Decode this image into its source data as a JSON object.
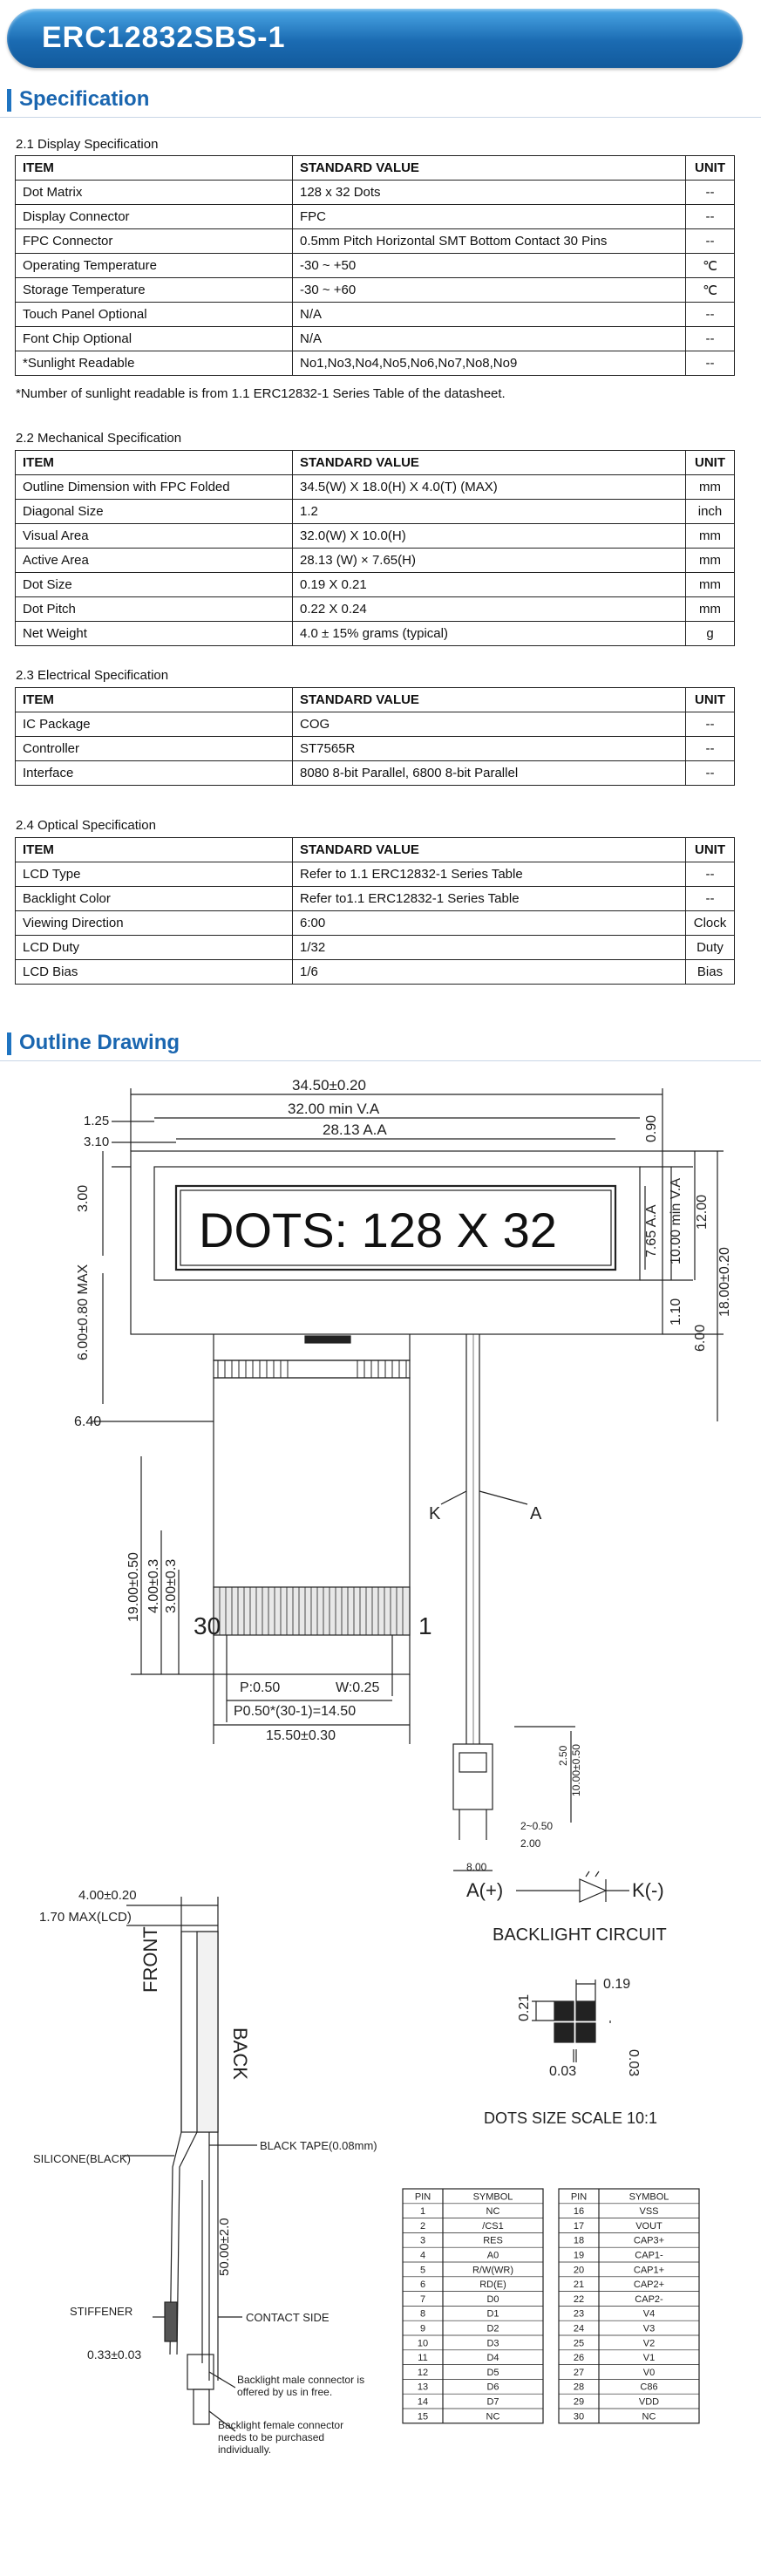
{
  "title": "ERC12832SBS-1",
  "sections": {
    "specification": "Specification",
    "outline": "Outline Drawing"
  },
  "tables": {
    "display": {
      "caption": "2.1 Display Specification",
      "headers": [
        "ITEM",
        "STANDARD VALUE",
        "UNIT"
      ],
      "rows": [
        [
          "Dot Matrix",
          "128 x 32 Dots",
          "--"
        ],
        [
          "Display Connector",
          "FPC",
          "--"
        ],
        [
          "FPC Connector",
          "0.5mm Pitch Horizontal SMT Bottom Contact 30 Pins",
          "--"
        ],
        [
          "Operating Temperature",
          "-30 ~ +50",
          "℃"
        ],
        [
          "Storage Temperature",
          "-30 ~ +60",
          "℃"
        ],
        [
          "Touch Panel Optional",
          "N/A",
          "--"
        ],
        [
          "Font Chip Optional",
          "N/A",
          "--"
        ],
        [
          "*Sunlight Readable",
          "No1,No3,No4,No5,No6,No7,No8,No9",
          "--"
        ]
      ],
      "note": "*Number of sunlight readable is from 1.1 ERC12832-1 Series Table of the datasheet."
    },
    "mechanical": {
      "caption": "2.2 Mechanical Specification",
      "headers": [
        "ITEM",
        "STANDARD VALUE",
        "UNIT"
      ],
      "rows": [
        [
          "Outline Dimension with FPC Folded",
          "34.5(W) X 18.0(H) X 4.0(T) (MAX)",
          "mm"
        ],
        [
          "Diagonal Size",
          "1.2",
          "inch"
        ],
        [
          "Visual Area",
          "32.0(W) X 10.0(H)",
          "mm"
        ],
        [
          "Active Area",
          "28.13 (W) × 7.65(H)",
          "mm"
        ],
        [
          "Dot Size",
          "0.19 X 0.21",
          "mm"
        ],
        [
          "Dot Pitch",
          "0.22 X 0.24",
          "mm"
        ],
        [
          "Net Weight",
          "4.0 ± 15% grams (typical)",
          "g"
        ]
      ]
    },
    "electrical": {
      "caption": "2.3 Electrical Specification",
      "headers": [
        "ITEM",
        "STANDARD VALUE",
        "UNIT"
      ],
      "rows": [
        [
          "IC Package",
          "COG",
          "--"
        ],
        [
          "Controller",
          "ST7565R",
          "--"
        ],
        [
          "Interface",
          "8080 8-bit Parallel, 6800 8-bit Parallel",
          "--"
        ]
      ]
    },
    "optical": {
      "caption": "2.4 Optical Specification",
      "headers": [
        "ITEM",
        "STANDARD VALUE",
        "UNIT"
      ],
      "rows": [
        [
          "LCD Type",
          "Refer to 1.1 ERC12832-1 Series Table",
          "--"
        ],
        [
          "Backlight Color",
          "Refer to1.1 ERC12832-1 Series Table",
          "--"
        ],
        [
          "Viewing Direction",
          "6:00",
          "Clock"
        ],
        [
          "LCD Duty",
          "1/32",
          "Duty"
        ],
        [
          "LCD Bias",
          "1/6",
          "Bias"
        ]
      ]
    }
  },
  "drawing": {
    "display_text": "DOTS: 128 X 32",
    "dims": {
      "overall_w": "34.50±0.20",
      "va_w": "32.00 min V.A",
      "aa_w": "28.13 A.A",
      "left_125": "1.25",
      "left_310": "3.10",
      "right_090": "0.90",
      "va_h": "10.00 min V.A",
      "aa_h": "7.65 A.A",
      "h_12": "12.00",
      "h_18": "18.00±0.20",
      "r_110": "1.10",
      "r_600": "6.00",
      "l_300": "3.00",
      "l_600": "6.00±0.80 MAX",
      "l_640": "6.40",
      "fpc_19": "19.00±0.50",
      "fpc_400": "4.00±0.3",
      "fpc_300": "3.00±0.3",
      "pin_30": "30",
      "pin_1": "1",
      "p050": "P:0.50",
      "w025": "W:0.25",
      "pitch_total": "P0.50*(30-1)=14.50",
      "fpc_w": "15.50±0.30",
      "k": "K",
      "a": "A",
      "wire_10": "10.00±0.50",
      "d_250": "2.50",
      "d_2050": "2~0.50",
      "d_200": "2.00",
      "d_800": "8.00",
      "side_400": "4.00±0.20",
      "side_170": "1.70  MAX(LCD)",
      "front": "FRONT",
      "back": "BACK",
      "silicone": "SILICONE(BLACK)",
      "black_tape": "BLACK TAPE(0.08mm)",
      "fpc_50": "50.00±2.0",
      "stiffener": "STIFFENER",
      "contact_side": "CONTACT SIDE",
      "t_033": "0.33±0.03",
      "bl_male": "Backlight male connector is offered by us in free.",
      "bl_female": "Backlight female connector needs to be purchased individually."
    },
    "backlight": {
      "a_label": "A(+)",
      "k_label": "K(-)",
      "caption": "BACKLIGHT  CIRCUIT"
    },
    "dot_scale": {
      "d019": "0.19",
      "d021": "0.21",
      "d003a": "0.03",
      "d003b": "0.03",
      "caption": "DOTS  SIZE  SCALE     10:1"
    },
    "pin_table": {
      "headers": [
        "PIN",
        "SYMBOL",
        "PIN",
        "SYMBOL"
      ],
      "rows": [
        [
          "1",
          "NC",
          "16",
          "VSS"
        ],
        [
          "2",
          "/CS1",
          "17",
          "VOUT"
        ],
        [
          "3",
          "RES",
          "18",
          "CAP3+"
        ],
        [
          "4",
          "A0",
          "19",
          "CAP1-"
        ],
        [
          "5",
          "R/W(WR)",
          "20",
          "CAP1+"
        ],
        [
          "6",
          "RD(E)",
          "21",
          "CAP2+"
        ],
        [
          "7",
          "D0",
          "22",
          "CAP2-"
        ],
        [
          "8",
          "D1",
          "23",
          "V4"
        ],
        [
          "9",
          "D2",
          "24",
          "V3"
        ],
        [
          "10",
          "D3",
          "25",
          "V2"
        ],
        [
          "11",
          "D4",
          "26",
          "V1"
        ],
        [
          "12",
          "D5",
          "27",
          "V0"
        ],
        [
          "13",
          "D6",
          "28",
          "C86"
        ],
        [
          "14",
          "D7",
          "29",
          "VDD"
        ],
        [
          "15",
          "NC",
          "30",
          "NC"
        ]
      ]
    }
  }
}
